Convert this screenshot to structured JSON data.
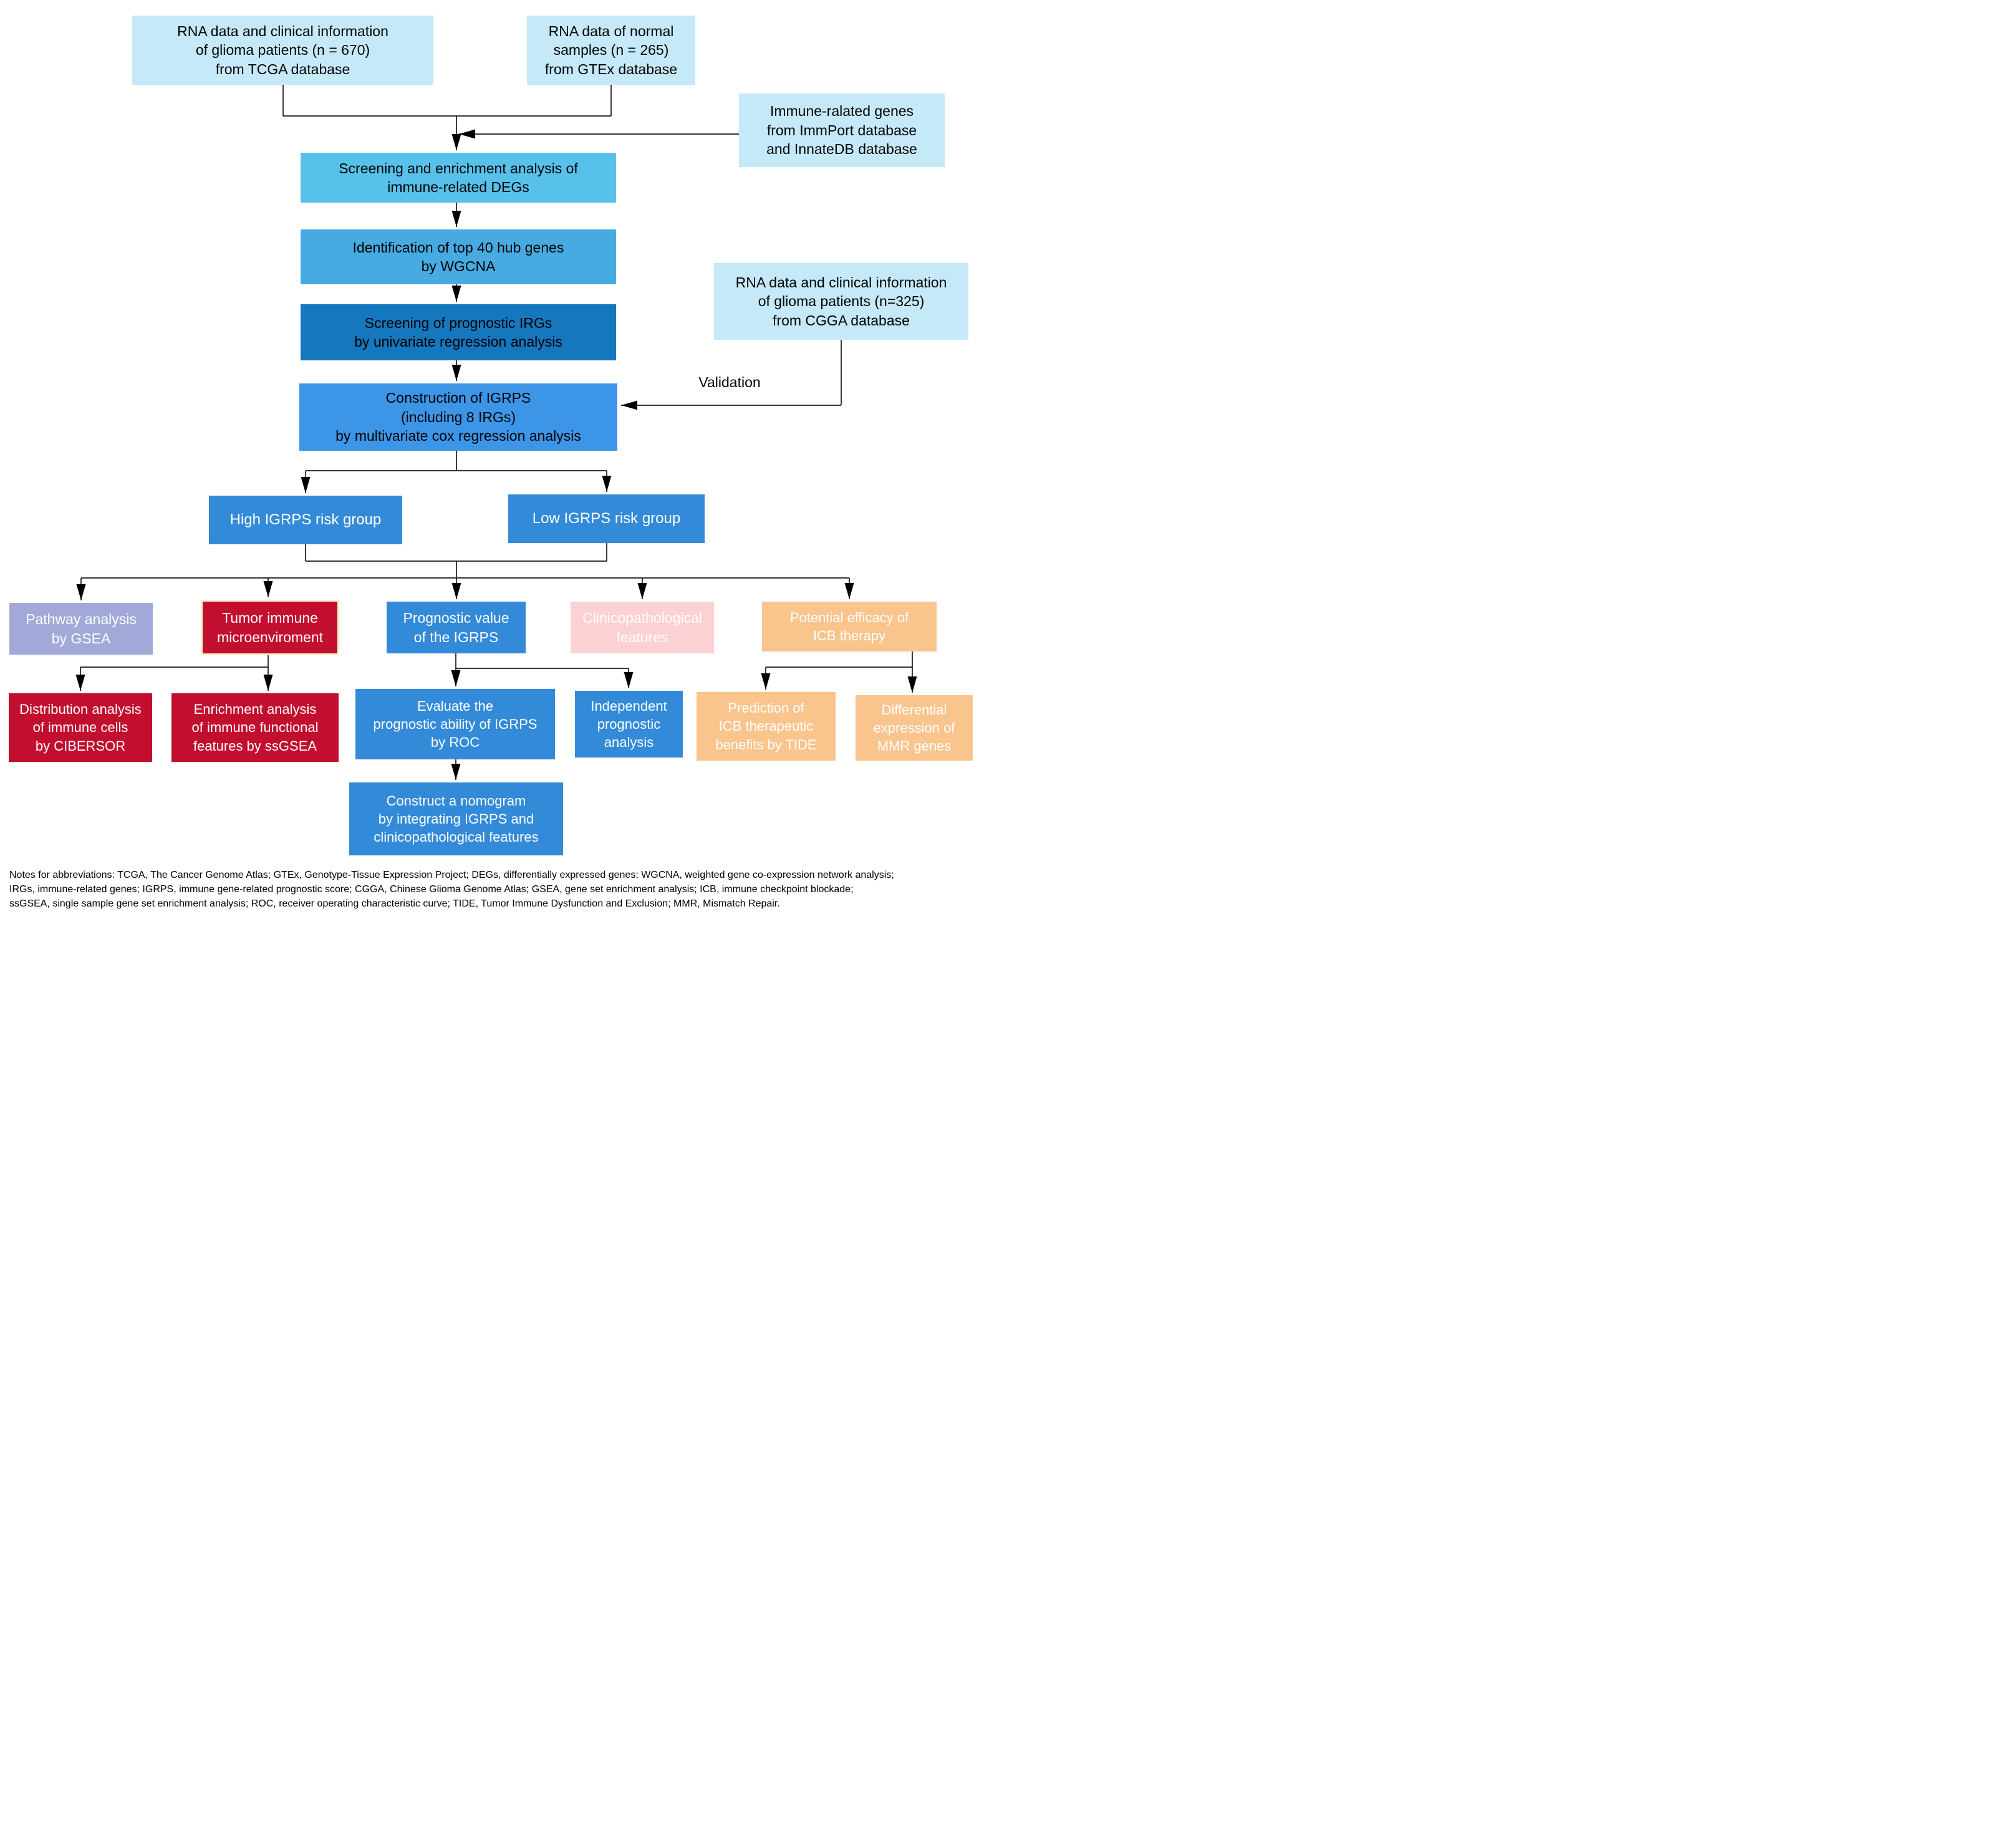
{
  "figure": {
    "type": "study-workflow-flowchart",
    "boxes": {
      "tcga": {
        "lines": [
          "RNA data and clinical information",
          "of glioma patients (n = 670)",
          "from TCGA database"
        ]
      },
      "gtex": {
        "lines": [
          "RNA data of normal",
          "samples (n = 265)",
          "from GTEx database"
        ]
      },
      "immune": {
        "lines": [
          "Immune-ralated genes",
          "from ImmPort database",
          "and InnateDB database"
        ]
      },
      "screening": {
        "lines": [
          "Screening and enrichment analysis of",
          "immune-related DEGs"
        ]
      },
      "wgcna": {
        "lines": [
          "Identification of top 40 hub genes",
          "by WGCNA"
        ]
      },
      "irgs": {
        "lines": [
          "Screening of prognostic IRGs",
          "by univariate regression analysis"
        ]
      },
      "construction": {
        "lines": [
          "Construction of IGRPS",
          "(including 8 IRGs)",
          "by multivariate cox regression analysis"
        ]
      },
      "cgga": {
        "lines": [
          "RNA data and clinical information",
          "of glioma patients (n=325)",
          "from CGGA database"
        ]
      },
      "high_group": {
        "lines": [
          "High IGRPS risk group"
        ]
      },
      "low_group": {
        "lines": [
          "Low IGRPS risk group"
        ]
      },
      "pathway": {
        "lines": [
          "Pathway analysis",
          "by GSEA"
        ]
      },
      "tumor": {
        "lines": [
          "Tumor immune",
          "microenviroment"
        ]
      },
      "prognostic": {
        "lines": [
          "Prognostic value",
          "of the IGRPS"
        ]
      },
      "clinico": {
        "lines": [
          "Clinicopathological",
          "features"
        ]
      },
      "potential": {
        "lines": [
          "Potential efficacy of",
          "ICB therapy"
        ]
      },
      "distribution": {
        "lines": [
          "Distribution analysis",
          "of immune cells",
          "by CIBERSOR"
        ]
      },
      "enrichment": {
        "lines": [
          "Enrichment analysis",
          "of immune functional",
          "features by ssGSEA"
        ]
      },
      "evaluate": {
        "lines": [
          "Evaluate the",
          "prognostic ability of IGRPS",
          "by ROC"
        ]
      },
      "independent": {
        "lines": [
          "Independent",
          "prognostic",
          "analysis"
        ]
      },
      "prediction": {
        "lines": [
          "Prediction of",
          "ICB therapeutic",
          "benefits by TIDE"
        ]
      },
      "differential": {
        "lines": [
          "Differential",
          "expression of",
          "MMR genes"
        ]
      },
      "nomogram": {
        "lines": [
          "Construct a nomogram",
          "by integrating IGRPS and",
          "clinicopathological features"
        ]
      }
    },
    "labels": {
      "validation": "Validation"
    },
    "notes": {
      "lines": [
        "Notes for abbreviations: TCGA, The Cancer Genome Atlas; GTEx, Genotype-Tissue Expression Project; DEGs, differentially expressed genes; WGCNA, weighted gene co-expression network analysis;",
        "IRGs, immune-related genes; IGRPS, immune gene-related prognostic score; CGGA, Chinese Glioma Genome Atlas; GSEA, gene set enrichment analysis; ICB, immune checkpoint blockade;",
        "ssGSEA, single sample gene set enrichment analysis; ROC, receiver operating characteristic curve; TIDE, Tumor Immune Dysfunction and Exclusion; MMR, Mismatch Repair."
      ]
    },
    "colors": {
      "light_blue": "#c5e9f8",
      "sky_blue": "#57c1e9",
      "medium_blue": "#47abe1",
      "dark_blue": "#1577bd",
      "bright_blue": "#3d95e8",
      "primary_blue": "#338ad8",
      "purple": "#a2a9d9",
      "red": "#c20e2f",
      "pink": "#fcd1d3",
      "orange": "#fac48d",
      "tumor_border": "#f9f2cc",
      "arrow": "#000000"
    }
  }
}
